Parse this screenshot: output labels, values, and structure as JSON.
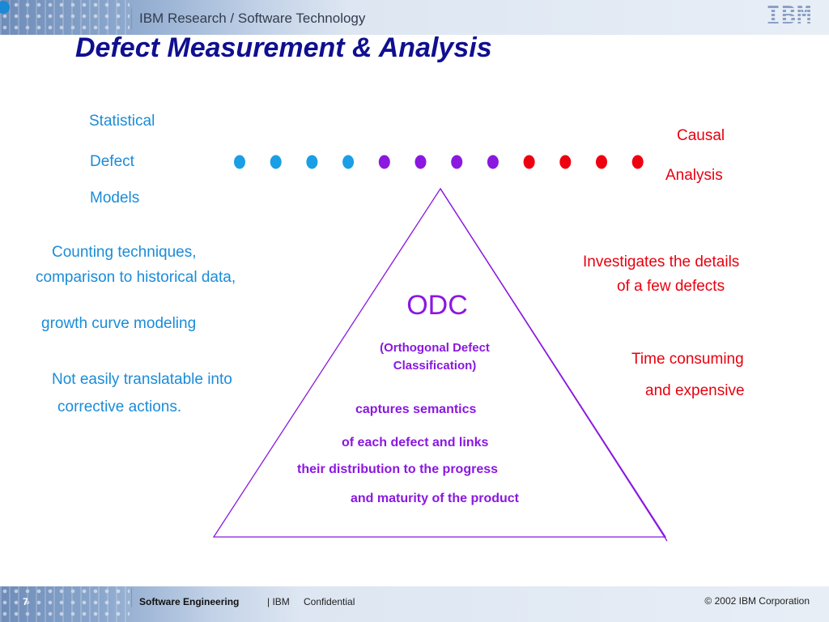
{
  "header": {
    "org": "IBM Research / Software Technology",
    "logo": "IBM"
  },
  "title": "Defect Measurement & Analysis",
  "left_spectrum": {
    "line1": "Statistical",
    "line2": "Defect",
    "line3": "Models"
  },
  "right_spectrum": {
    "line1": "Causal",
    "line2": "Analysis"
  },
  "dots": {
    "colors": [
      "#1a9ee6",
      "#1a9ee6",
      "#1a9ee6",
      "#1a9ee6",
      "#8a18e0",
      "#8a18e0",
      "#8a18e0",
      "#8a18e0",
      "#ee0010",
      "#ee0010",
      "#ee0010",
      "#ee0010"
    ]
  },
  "left_notes": {
    "counting1": "Counting techniques,",
    "counting2": "comparison to historical data,",
    "counting3": "growth curve modeling",
    "translate1": "Not easily translatable into",
    "translate2": "corrective actions."
  },
  "right_notes": {
    "investigate1": "Investigates the details",
    "investigate2": "of a few defects",
    "time1": "Time consuming",
    "time2": "and expensive"
  },
  "odc": {
    "acronym": "ODC",
    "full1": "(Orthogonal Defect",
    "full2": "Classification)",
    "desc1": "captures semantics",
    "desc2": "of each defect and links",
    "desc3": "their distribution to the progress",
    "desc4": "and maturity of the product"
  },
  "footer": {
    "page": "7",
    "course": "Software Engineering",
    "company": "| IBM",
    "confidential": "Confidential",
    "copyright": "© 2002 IBM Corporation"
  },
  "colors": {
    "title": "#0f0f91",
    "blue_text": "#1a8cd8",
    "red_text": "#e8000e",
    "purple_text": "#8a18e0"
  }
}
